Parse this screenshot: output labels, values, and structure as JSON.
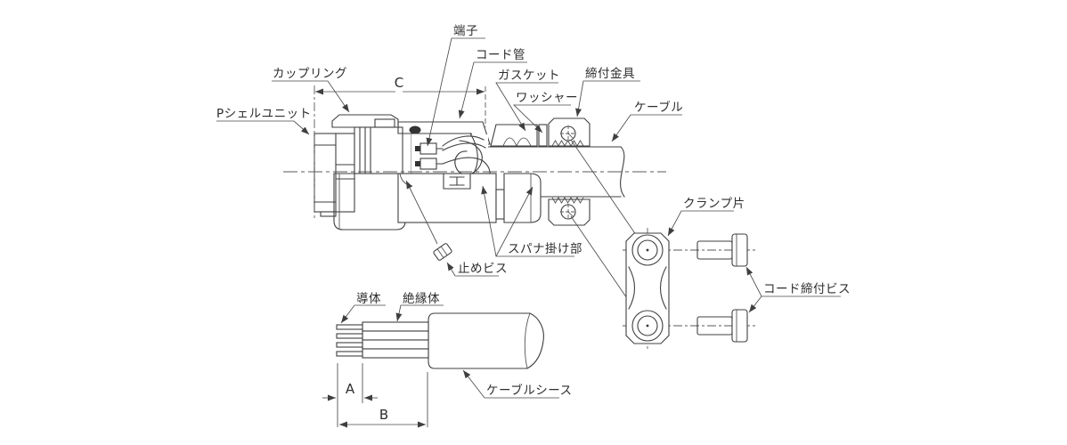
{
  "figure": {
    "type": "technical-diagram",
    "subject": "connector-cable-clamp-assembly-cross-section",
    "colors": {
      "line": "#3f3f3f",
      "background": "#ffffff"
    },
    "labels": {
      "p_shell_unit": "Pシェルユニット",
      "coupling": "カップリング",
      "terminal": "端子",
      "cord_tube": "コード管",
      "gasket": "ガスケット",
      "washer": "ワッシャー",
      "clamp_fitting": "締付金具",
      "cable": "ケーブル",
      "spanner_flat": "スパナ掛け部",
      "set_screw": "止めビス",
      "clamp_piece": "クランプ片",
      "cord_screw": "コード締付ビス",
      "conductor": "導体",
      "insulator": "絶縁体",
      "cable_sheath": "ケーブルシース"
    },
    "dimensions": {
      "a": "A",
      "b": "B",
      "c": "C"
    }
  }
}
